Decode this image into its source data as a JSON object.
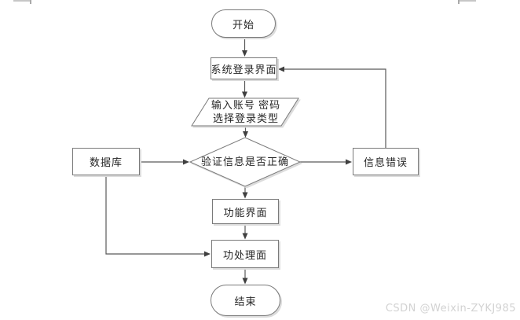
{
  "diagram": {
    "title": "system-login-flowchart",
    "nodes": {
      "start": {
        "type": "terminator",
        "label": "开始"
      },
      "login": {
        "type": "process",
        "label": "系统登录界面"
      },
      "input": {
        "type": "data-io",
        "line1": "输入账号 密码",
        "line2": "选择登录类型"
      },
      "verify": {
        "type": "decision",
        "label": "验证信息是否正确"
      },
      "database": {
        "type": "process",
        "label": "数据库"
      },
      "error": {
        "type": "process",
        "label": "信息错误"
      },
      "function": {
        "type": "process",
        "label": "功能界面"
      },
      "handle": {
        "type": "process",
        "label": "功处理面"
      },
      "end": {
        "type": "terminator",
        "label": "结束"
      }
    },
    "edges": [
      {
        "from": "start",
        "to": "login"
      },
      {
        "from": "login",
        "to": "input"
      },
      {
        "from": "input",
        "to": "verify"
      },
      {
        "from": "database",
        "to": "verify"
      },
      {
        "from": "verify",
        "to": "error"
      },
      {
        "from": "error",
        "to": "login"
      },
      {
        "from": "verify",
        "to": "function"
      },
      {
        "from": "function",
        "to": "handle"
      },
      {
        "from": "database",
        "to": "handle"
      },
      {
        "from": "handle",
        "to": "end"
      }
    ]
  },
  "watermark": {
    "text": "CSDN @Weixin-ZYKJ985"
  },
  "colors": {
    "line": "#595959",
    "arrowhead": "#3f3f3f",
    "shape_border": "#7a7a7a",
    "text": "#262626",
    "shadow": "#dcdcdc",
    "watermark": "#d2d2d2"
  }
}
